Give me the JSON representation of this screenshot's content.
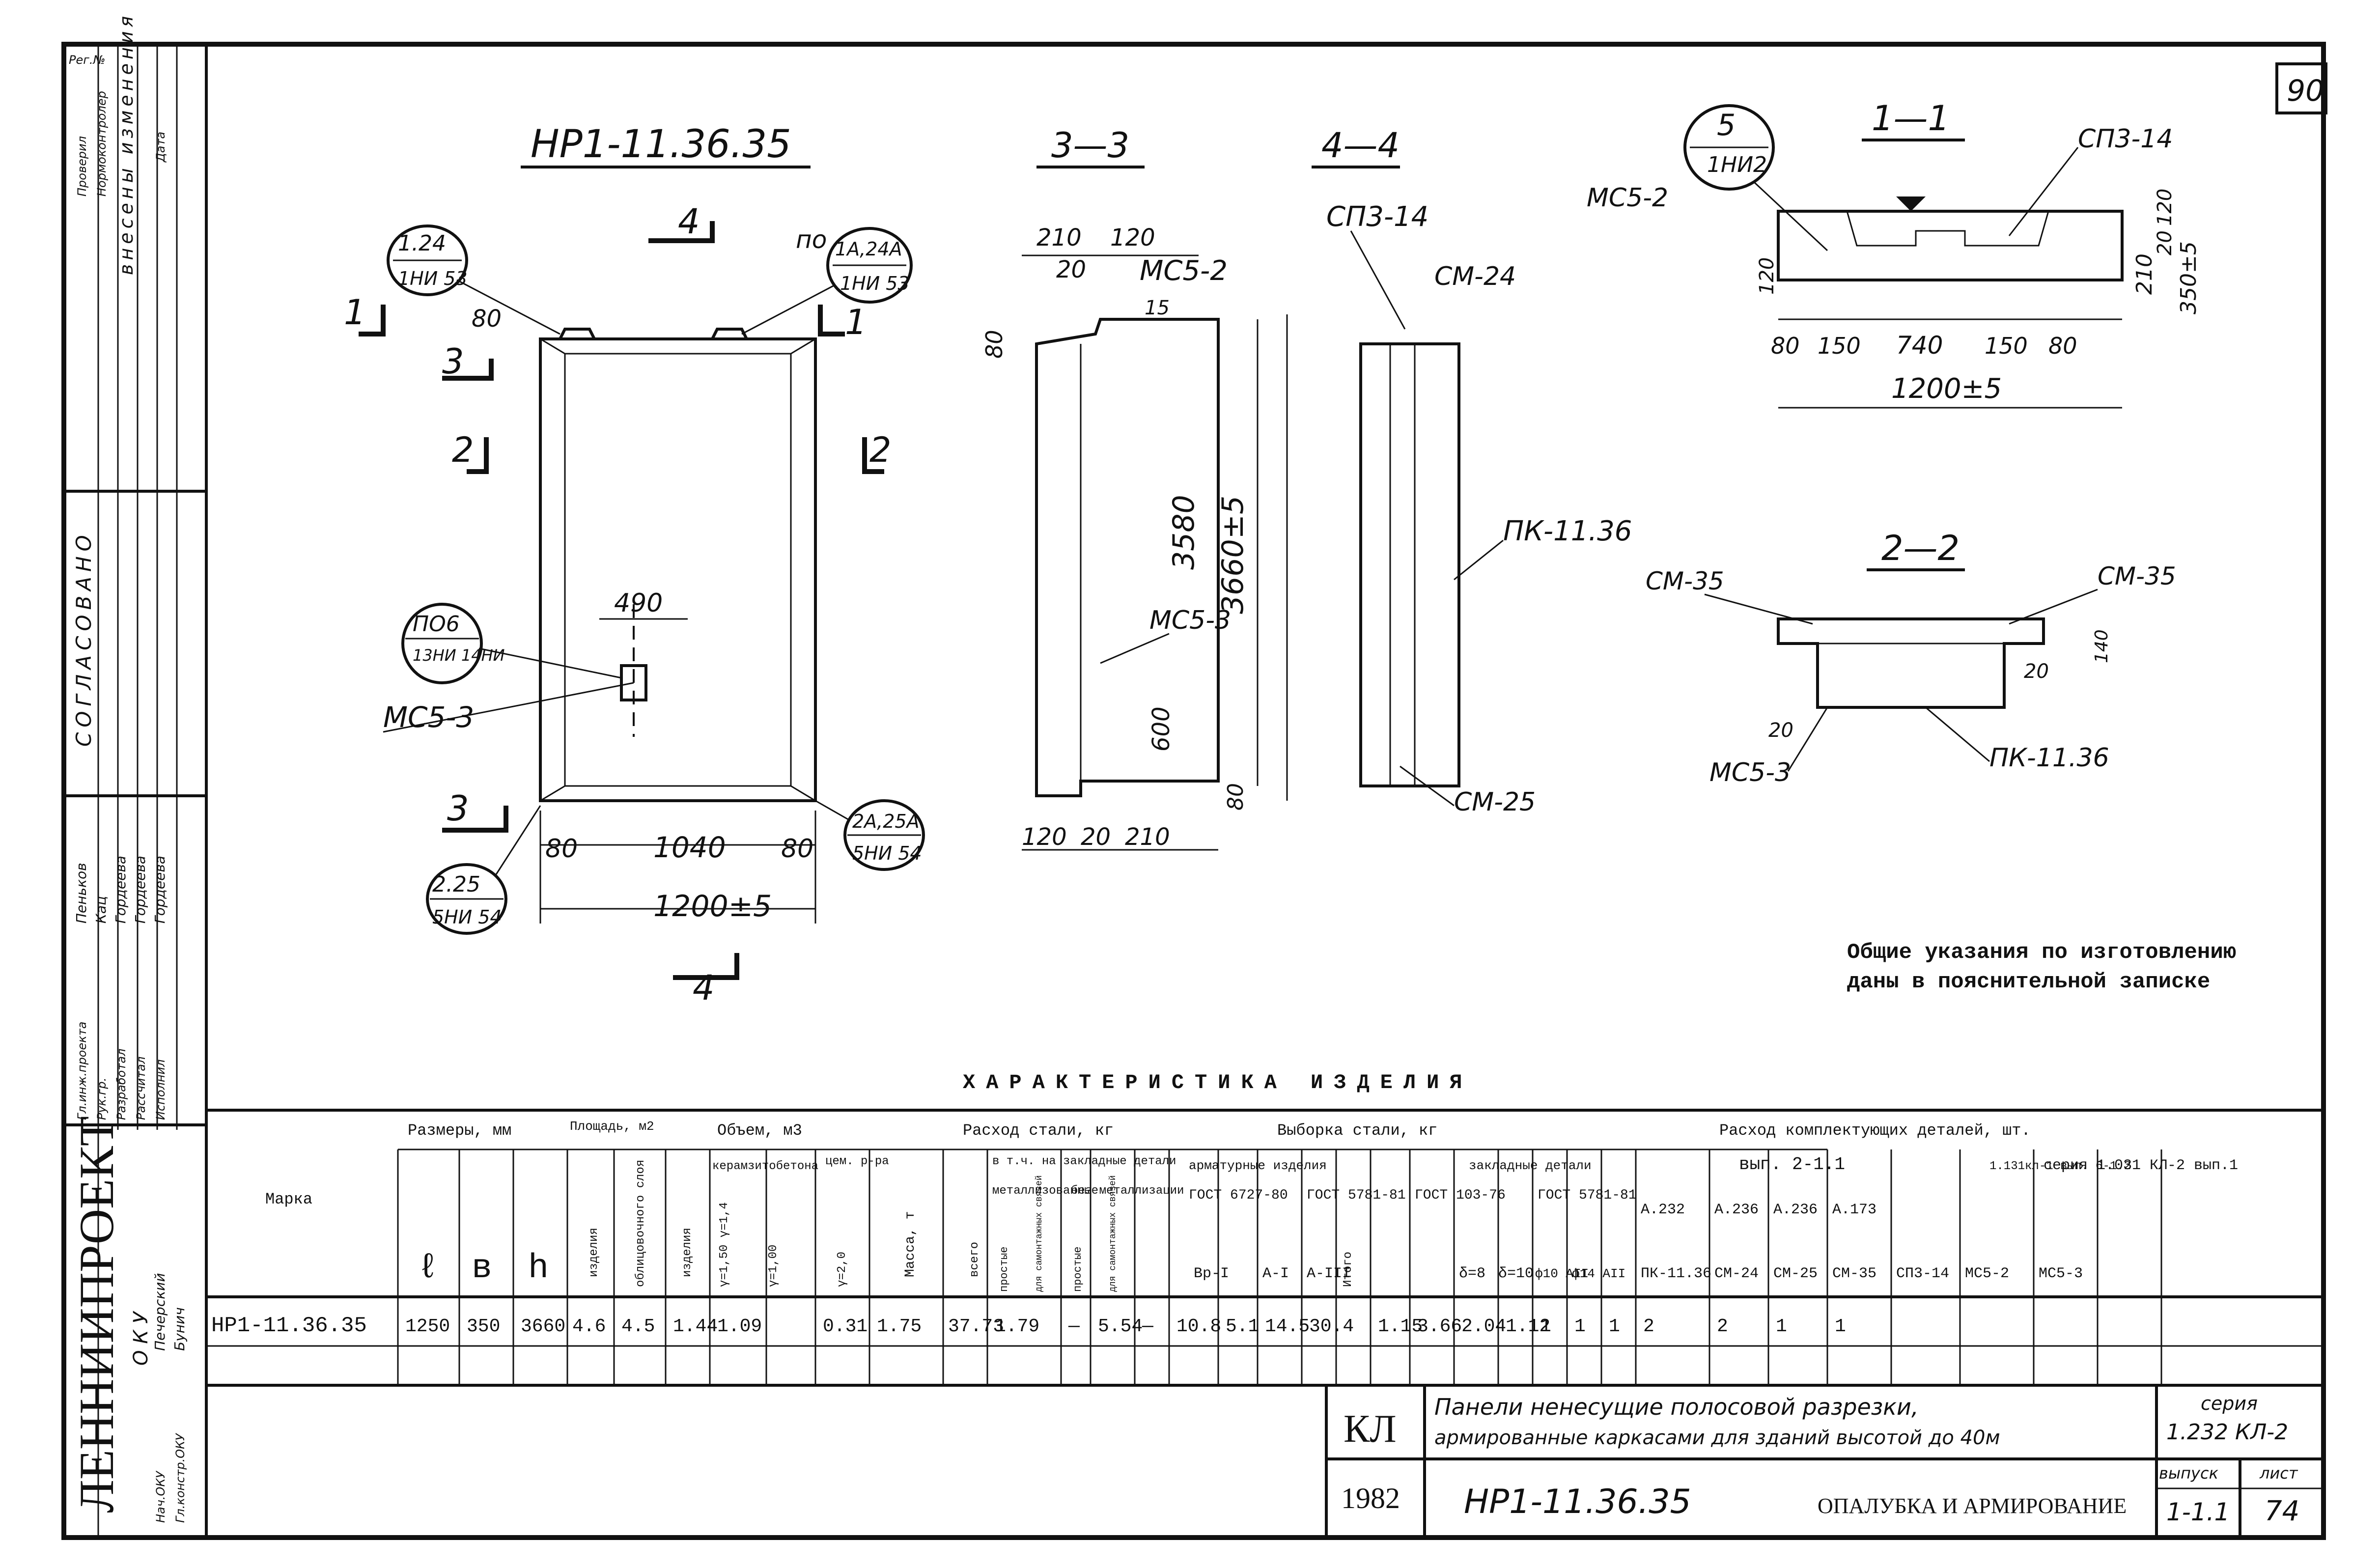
{
  "sheet_number_corner": "90",
  "main_title": "НР1-11.36.35",
  "section_labels": {
    "s33": "3—3",
    "s44": "4—4",
    "s11": "1—1",
    "s22": "2—2"
  },
  "callouts": {
    "c1": {
      "top": "1.24",
      "bottom": "1НИ 53"
    },
    "c1_prefix": "по",
    "c2": {
      "top": "1А,24А",
      "bottom": "1НИ 53"
    },
    "c3": {
      "top": "ПО6",
      "bottom": "13НИ 14НИ"
    },
    "c4": {
      "top": "2.25",
      "bottom": "5НИ 54"
    },
    "c5": {
      "top": "2А,25А",
      "bottom": "5НИ 54"
    },
    "c6": {
      "top": "5",
      "bottom": "1НИ2"
    }
  },
  "marks": {
    "n1l": "1",
    "n1r": "1",
    "n2l": "2",
    "n2r": "2",
    "n3a": "3",
    "n3b": "3",
    "n4a": "4",
    "n4b": "4"
  },
  "elevation_dims": {
    "d80": "80",
    "d490": "490",
    "d80b": "80",
    "d1040": "1040",
    "d80c": "80",
    "d1200": "1200±5",
    "mcs3": "МС5-3"
  },
  "section33": {
    "d210": "210",
    "d120": "120",
    "d20": "20",
    "mcs2": "МС5-2",
    "d15": "15",
    "d80": "80",
    "d3580": "3580",
    "d3660": "3660±5",
    "mcs3": "МС5-3",
    "d600": "600",
    "d80b": "80",
    "d120b": "120",
    "d20b": "20",
    "d210b": "210"
  },
  "section44": {
    "sp3": "СП3-14",
    "cm24": "СМ-24",
    "pk": "ПК-11.36",
    "cm25": "СМ-25"
  },
  "section11": {
    "mcs2": "МС5-2",
    "sp3": "СП3-14",
    "d80": "80",
    "d150": "150",
    "d740": "740",
    "d150b": "150",
    "d80b": "80",
    "d1200": "1200±5",
    "d120": "120",
    "d20": "20",
    "d210": "210",
    "d350": "350±5",
    "d120l": "120"
  },
  "section22": {
    "cm35a": "СМ-35",
    "cm35b": "СМ-35",
    "d140": "140",
    "d20": "20",
    "d20b": "20",
    "mcs3": "МС5-3",
    "pk": "ПК-11.36"
  },
  "notes": {
    "line1": "Общие указания по изготовлению",
    "line2": "даны в пояснительной записке"
  },
  "table_title": "ХАРАКТЕРИСТИКА ИЗДЕЛИЯ",
  "table": {
    "h_marka": "Марка",
    "h_sizes": "Размеры, мм",
    "h_l": "ℓ",
    "h_b": "в",
    "h_h": "h",
    "h_area": "Площадь, м2",
    "h_area_item": "изделия",
    "h_area_face": "облицовочного слоя",
    "h_volume": "Объем, м3",
    "h_vol_item": "изделия",
    "h_ker": "керамзитобетона",
    "h_ker_a": "γ=1,50 γ=1,4",
    "h_ker_b": "γ=1,00",
    "h_cem": "цем. р-ра",
    "h_cem_a": "γ=2,0",
    "h_mass": "Масса, т",
    "h_steel": "Расход стали, кг",
    "h_total": "всего",
    "h_incl": "в т.ч. на закладные детали",
    "h_metal": "металлизованные",
    "h_nometal": "без металлизации",
    "h_prost": "простые",
    "h_mont": "для самонтажных связей",
    "h_sel": "Выборка стали, кг",
    "h_arm": "арматурные изделия",
    "h_zakl": "закладные детали",
    "h_gost1": "ГОСТ 6727-80",
    "h_gost2": "ГОСТ 5781-81",
    "h_gost3": "ГОСТ 103-76",
    "h_gost4": "ГОСТ 5781-81",
    "h_bp": "Вр-I",
    "h_ai": "А-I",
    "h_aiii": "А-III",
    "h_itogo": "Итого",
    "h_d8": "δ=8",
    "h_d10": "δ=10",
    "h_phi10": "ф10 АII",
    "h_phi14": "ф14 АII",
    "h_parts": "Расход комплектующих деталей, шт.",
    "h_vyp": "вып. 2-1.1",
    "h_s1": "1.131кл-1 вып. 6-1.2",
    "h_seria": "серия 1.031 КЛ-2 вып.1",
    "h_a232": "А.232",
    "h_a236": "А.236",
    "h_a236b": "А.236",
    "h_a173": "А.173",
    "h_pk": "ПК-11.36",
    "h_cm24": "СМ-24",
    "h_cm25": "СМ-25",
    "h_cm35": "СМ-35",
    "h_sp3": "СП3-14",
    "h_mcs2": "МС5-2",
    "h_mcs3": "МС5-3",
    "row": [
      "НР1-11.36.35",
      "1250",
      "350",
      "3660",
      "4.6",
      "4.5",
      "1.44",
      "1.09",
      "",
      "0.31",
      "1.75",
      "37.73",
      "1.79",
      "—",
      "5.54",
      "—",
      "10.8",
      "5.1",
      "14.5",
      "30.4",
      "",
      "1.15",
      "3.66",
      "2.04",
      "1.12",
      "1",
      "1",
      "1",
      "2",
      "2",
      "1",
      "1"
    ]
  },
  "stamp": {
    "kl": "КЛ",
    "desc1": "Панели ненесущие полосовой разрезки,",
    "desc2": "армированные каркасами для зданий высотой до 40м",
    "year": "1982",
    "code": "НР1-11.36.35",
    "title": "ОПАЛУБКА И АРМИРОВАНИЕ",
    "seria_label": "серия",
    "seria": "1.232 КЛ-2",
    "vyp_label": "выпуск",
    "vyp": "1-1.1",
    "list_label": "лист",
    "list": "74"
  },
  "left_strip": {
    "org": "ЛЕННИИПРОЕКТ",
    "oky": "О К У",
    "soglas": "СОГЛАСОВАНО",
    "izm": "внесены изменения",
    "roles": [
      "Гл.инж.проекта",
      "Рук.гр.",
      "Разработал",
      "Рассчитал",
      "Исполнил"
    ],
    "names": [
      "Пеньков",
      "Кац",
      "Гордеева",
      "Гордеева",
      "Гордеева"
    ],
    "roles2": [
      "Нач.ОКУ",
      "Гл.констр.ОКУ"
    ],
    "names2": [
      "Печерский",
      "Бунич"
    ],
    "check": [
      "Проверил",
      "Нормоконтролер",
      "Дата"
    ],
    "inv": "Рег.№"
  }
}
